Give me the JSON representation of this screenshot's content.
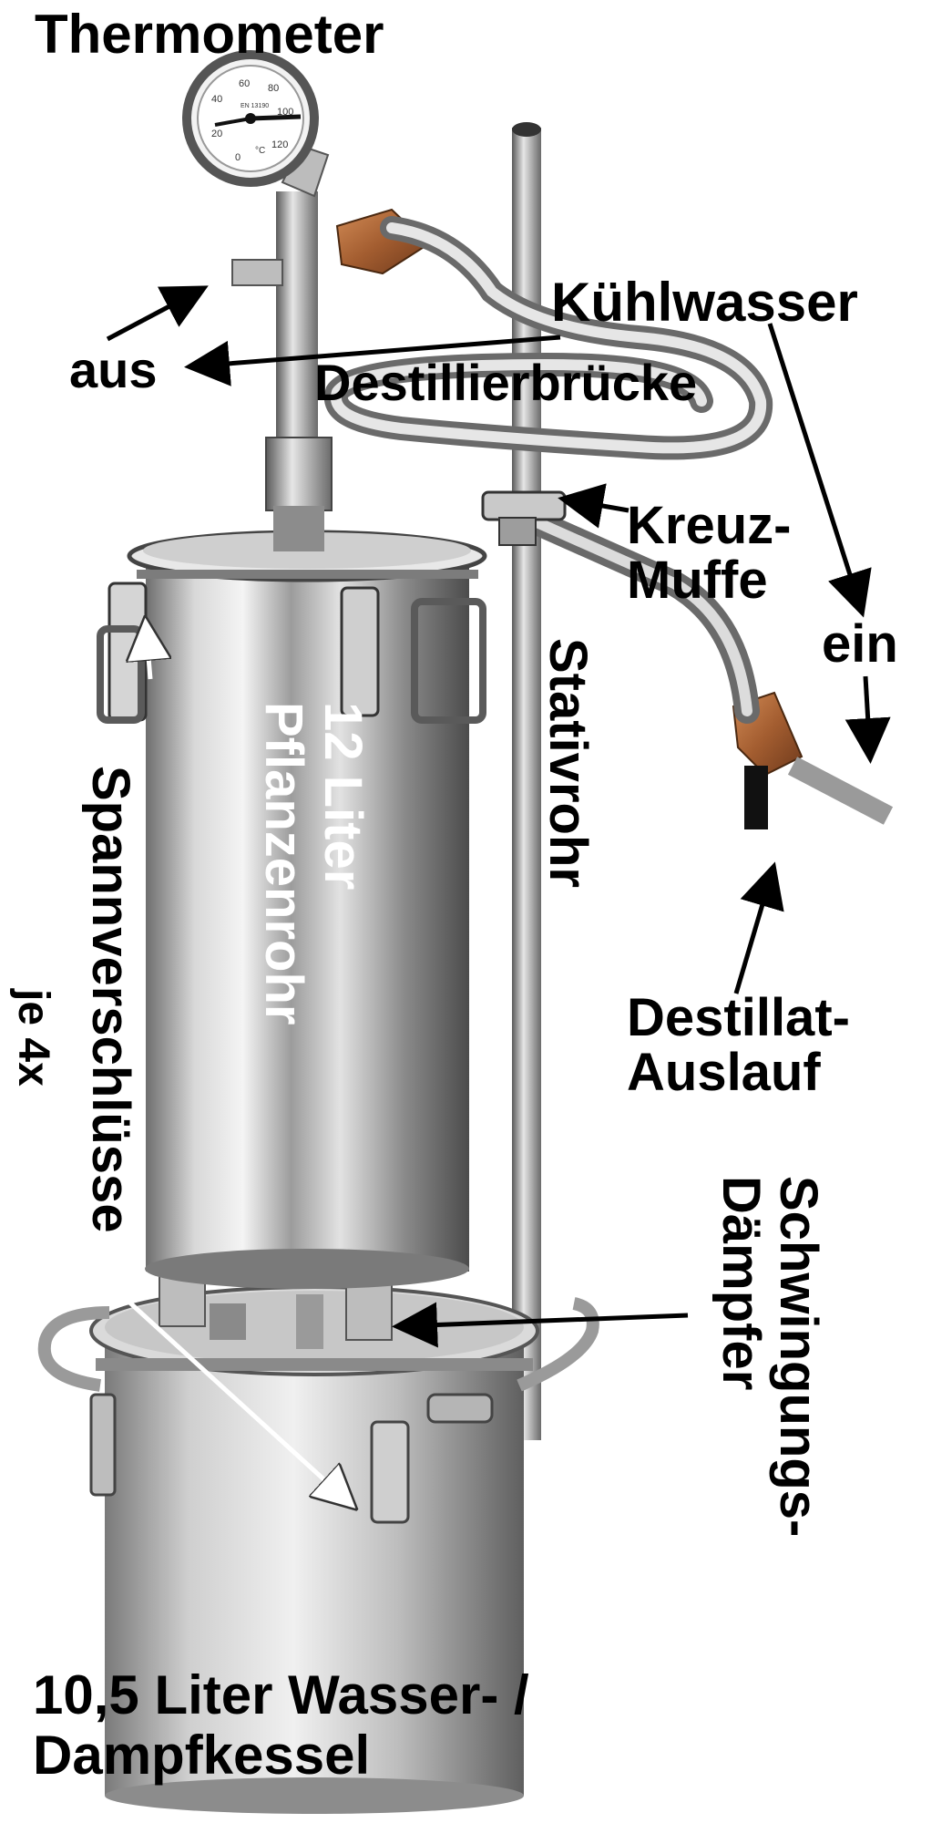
{
  "labels": {
    "thermometer": "Thermometer",
    "kuehlwasser": "Kühlwasser",
    "aus": "aus",
    "destillierbruecke": "Destillierbrücke",
    "kreuz": "Kreuz-",
    "muffe": "Muffe",
    "ein": "ein",
    "stativrohr": "Stativrohr",
    "liter12": "12 Liter",
    "pflanzenrohr": "Pflanzenrohr",
    "spannverschluesse": "Spannverschlüsse",
    "je4x": "je 4x",
    "destillat": "Destillat-",
    "auslauf": "Auslauf",
    "schwingungs": "Schwingungs-",
    "daempfer": "Dämpfer",
    "kessel_line1": "10,5 Liter Wasser- /",
    "kessel_line2": "Dampfkessel"
  },
  "gauge": {
    "ticks": [
      "20",
      "40",
      "60",
      "80",
      "100",
      "120",
      "0"
    ],
    "unit": "°C",
    "model": "EN 13190"
  },
  "colors": {
    "steel_light": "#d9d9d9",
    "steel_mid": "#a6a6a6",
    "steel_dark": "#5a5a5a",
    "copper": "#b06a3a",
    "text": "#000000",
    "text_on_metal": "#ffffff"
  }
}
